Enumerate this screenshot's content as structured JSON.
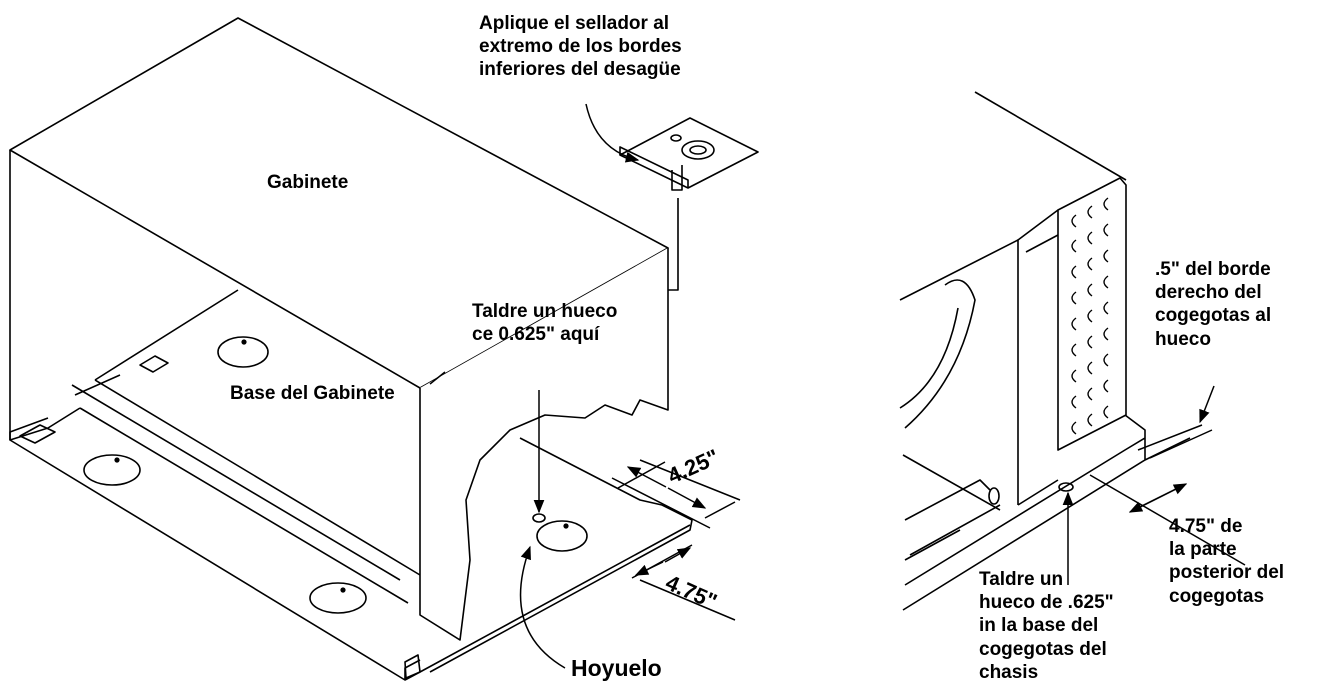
{
  "labels": {
    "sealant": "Aplique el sellador al\nextremo de los bordes\ninferiores del desagüe",
    "cabinet": "Gabinete",
    "drill_left": "Taldre un hueco\nce  0.625\" aquí",
    "cabinet_base": "Base del Gabinete",
    "dimple": "Hoyuelo",
    "edge_distance": ".5\" del borde\nderecho del\ncogegotas al\nhueco",
    "rear_distance": "4.75\" de\nla parte\nposterior del\ncogegotas",
    "drill_right": "Taldre un\nhueco de .625\"\nin la base del\ncogegotas del\nchasis"
  },
  "dimensions": {
    "upper": "4.25\"",
    "lower": "4.75\""
  }
}
